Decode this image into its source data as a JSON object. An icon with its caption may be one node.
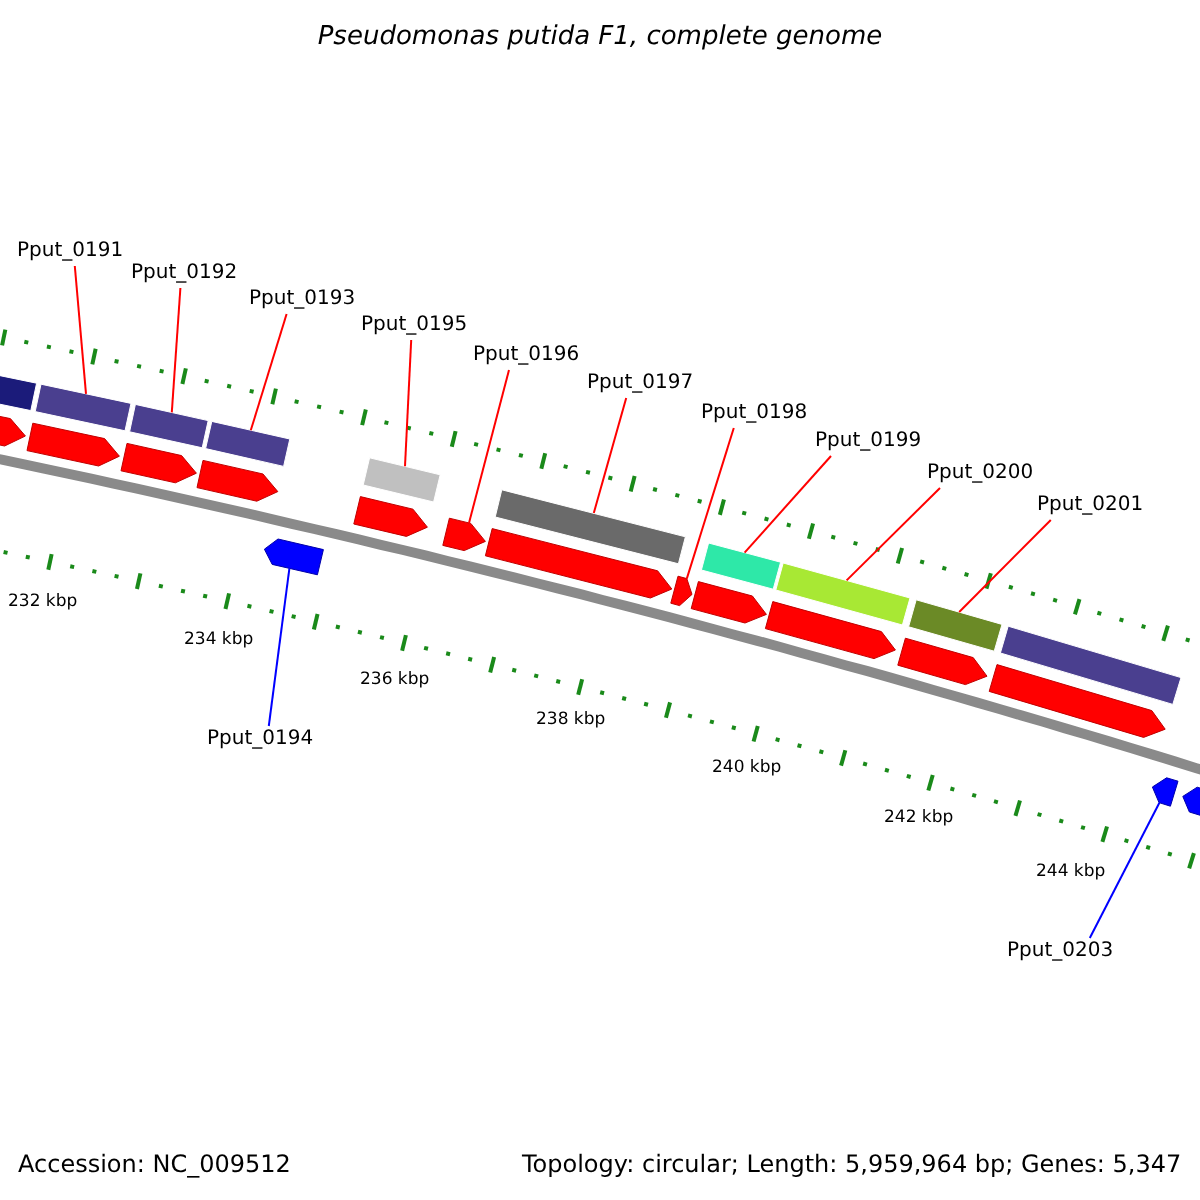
{
  "diagram": {
    "title": "Pseudomonas putida F1, complete genome",
    "nodes": [
      {
        "text": [
          "Pput_0191"
        ]
      },
      {
        "text": [
          "Pput_0192"
        ]
      },
      {
        "text": [
          "Pput_0193"
        ]
      },
      {
        "text": [
          "Pput_0195"
        ]
      },
      {
        "text": [
          "Pput_0196"
        ]
      },
      {
        "text": [
          "Pput_0197"
        ]
      },
      {
        "text": [
          "Pput_0198"
        ]
      },
      {
        "text": [
          "Pput_0199"
        ]
      },
      {
        "text": [
          "Pput_0200"
        ]
      },
      {
        "text": [
          "Pput_0201"
        ]
      },
      {
        "text": [
          "Pput_0194"
        ]
      },
      {
        "text": [
          "Pput_0203"
        ]
      },
      {
        "text": [],
        "shape": "arrow"
      },
      {
        "text": [],
        "shape": "arrow"
      },
      {
        "text": [],
        "shape": "arrow"
      },
      {
        "text": [],
        "shape": "arrow"
      },
      {
        "text": [],
        "shape": "arrow"
      },
      {
        "text": [],
        "shape": "arrow"
      },
      {
        "text": [],
        "shape": "arrow"
      },
      {
        "text": [],
        "shape": "arrow"
      },
      {
        "text": [],
        "shape": "arrow"
      },
      {
        "text": [],
        "shape": "arrow"
      },
      {
        "text": [],
        "shape": "arrow"
      },
      {
        "text": [],
        "shape": "arrow"
      },
      {
        "text": [],
        "shape": "arrow"
      },
      {
        "text": [],
        "shape": "arrow"
      },
      {
        "text": [],
        "shape": "arrow"
      }
    ],
    "edges": [
      {
        "from": 0,
        "to": 13,
        "arrow": "none"
      },
      {
        "from": 1,
        "to": 14,
        "arrow": "none"
      },
      {
        "from": 2,
        "to": 15,
        "arrow": "none"
      },
      {
        "from": 3,
        "to": 17,
        "arrow": "none"
      },
      {
        "from": 4,
        "to": 18,
        "arrow": "none"
      },
      {
        "from": 5,
        "to": 19,
        "arrow": "none"
      },
      {
        "from": 6,
        "to": 20,
        "arrow": "none"
      },
      {
        "from": 7,
        "to": 21,
        "arrow": "none"
      },
      {
        "from": 8,
        "to": 22,
        "arrow": "none"
      },
      {
        "from": 9,
        "to": 23,
        "arrow": "none"
      },
      {
        "from": 10,
        "to": 16,
        "arrow": "none",
        "color": "#0000ff"
      },
      {
        "from": 11,
        "to": 25,
        "arrow": "none",
        "color": "#0000ff"
      }
    ],
    "labels": [
      "232 kbp",
      "234 kbp",
      "236 kbp",
      "238 kbp",
      "240 kbp",
      "242 kbp",
      "244 kbp",
      "Accession: NC_009512",
      "Topology: circular; Length: 5,959,964 bp; Genes: 5,347"
    ]
  }
}
